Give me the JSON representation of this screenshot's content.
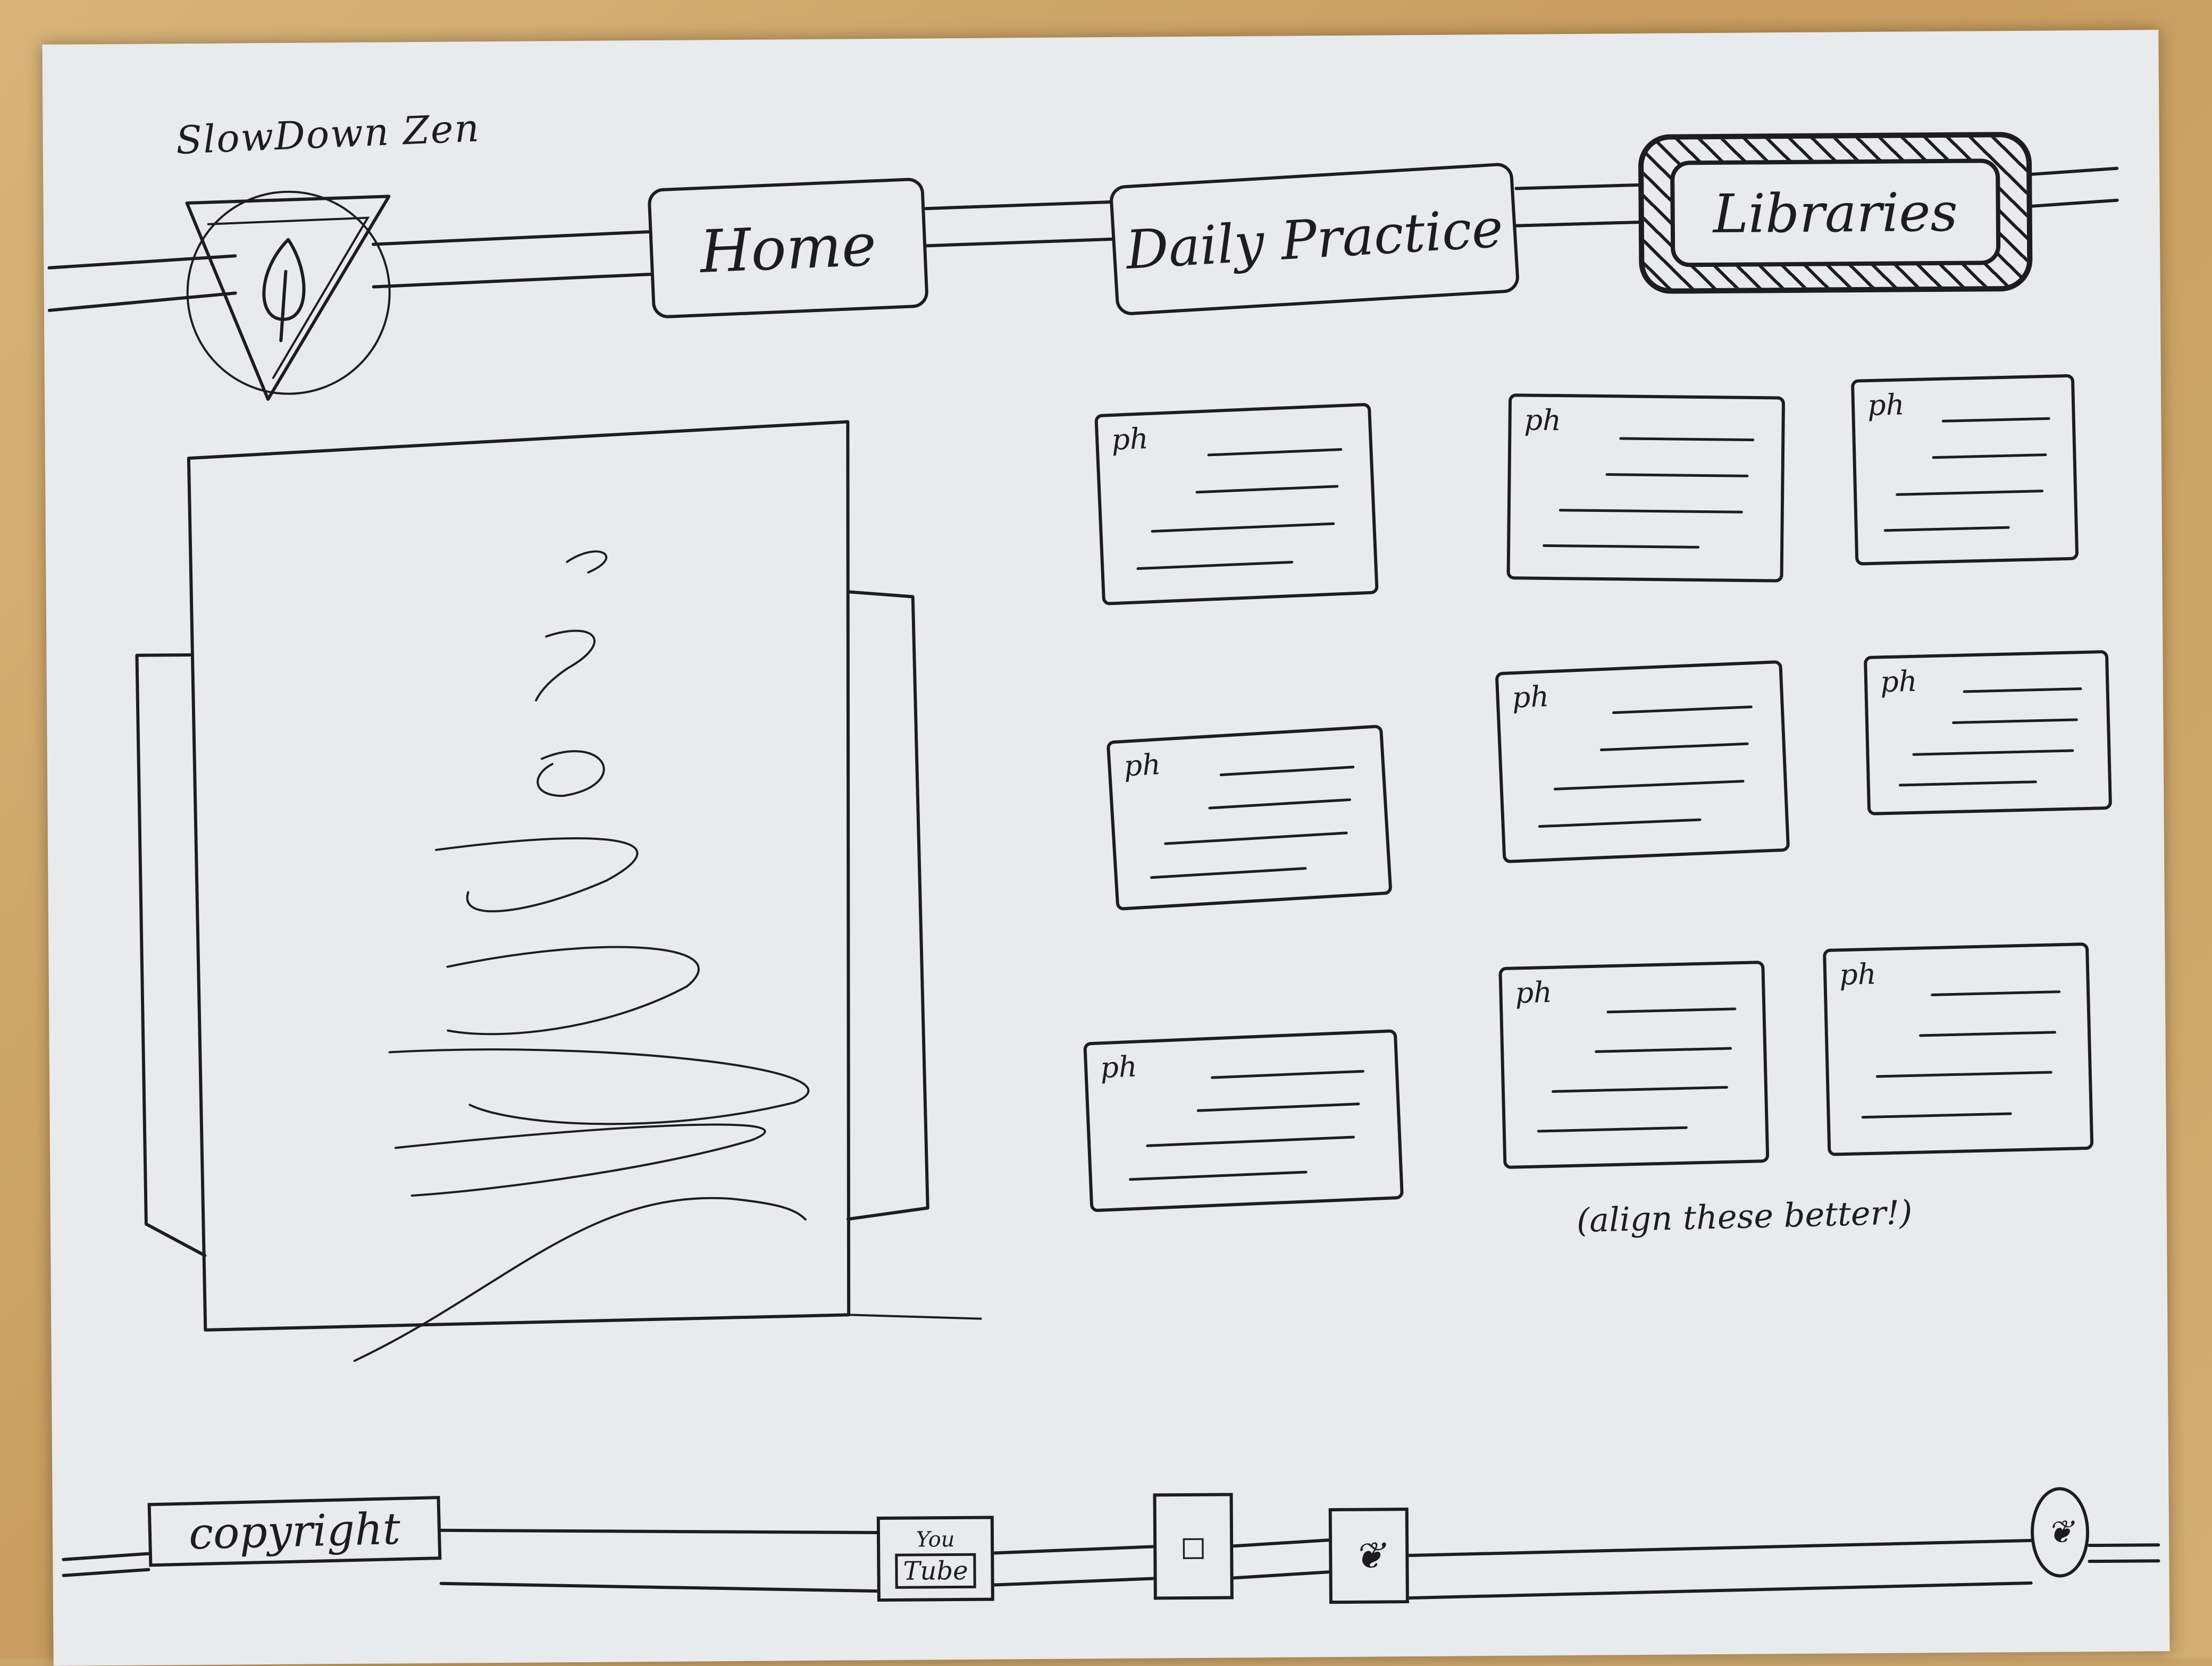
{
  "brand": {
    "name": "SlowDown Zen"
  },
  "nav": {
    "home_label": "Home",
    "daily_label": "Daily Practice",
    "libraries_label": "Libraries"
  },
  "cards": [
    {
      "hp": "ph"
    },
    {
      "hp": "ph"
    },
    {
      "hp": "ph"
    },
    {
      "hp": "ph"
    },
    {
      "hp": "ph"
    },
    {
      "hp": "ph"
    },
    {
      "hp": "ph"
    },
    {
      "hp": "ph"
    },
    {
      "hp": "ph"
    }
  ],
  "note": "(align these better!)",
  "footer": {
    "copyright_label": "copyright",
    "youtube_top": "You",
    "youtube_bottom": "Tube"
  }
}
